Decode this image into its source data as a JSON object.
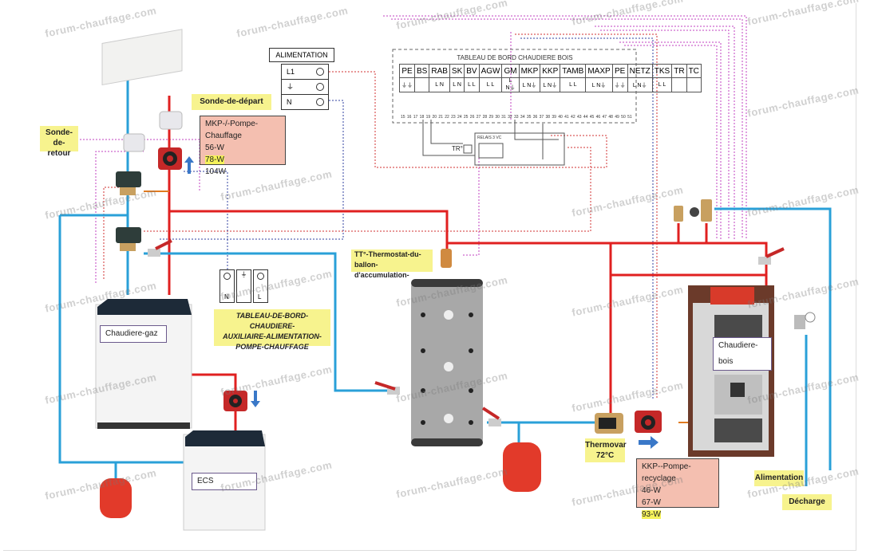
{
  "watermark": "forum-chauffage.com",
  "labels": {
    "sonde_depart": "Sonde-de-départ",
    "sonde_retour_line1": "Sonde-de-",
    "sonde_retour_line2": "retour",
    "tableau_aux_line1": "TABLEAU-DE-BORD-CHAUDIERE-",
    "tableau_aux_line2": "AUXILIAIRE-ALIMENTATION-",
    "tableau_aux_line3": "POMPE-CHAUFFAGE",
    "thermostat_line1": "TT°-Thermostat-du-",
    "thermostat_line2": "ballon-d'accumulation-",
    "thermovar_line1": "Thermovar",
    "thermovar_line2": "72°C",
    "alimentation": "Alimentation",
    "decharge": "Décharge",
    "chaudiere_gaz": "Chaudiere-gaz",
    "chaudiere_bois": "Chaudiere-bois",
    "ecs": "ECS",
    "tr": "TR°",
    "relay": "RELAIS 3 VC"
  },
  "mkp_box": {
    "title": "MKP-/-Pompe-Chauffage",
    "speeds": [
      "56-W",
      "78-W",
      "104W"
    ],
    "highlighted": "78-W"
  },
  "kkp_box": {
    "title": "KKP--Pompe-recyclage",
    "speeds": [
      "46-W",
      "67-W",
      "93-W"
    ],
    "highlighted": "93-W"
  },
  "alimentation_box": {
    "title": "ALIMENTATION",
    "terminals": [
      "L1",
      "⏚",
      "N"
    ]
  },
  "aux_terminals": [
    "N",
    "⏚",
    "L"
  ],
  "tableau_bord": {
    "title": "TABLEAU DE BORD CHAUDIERE BOIS",
    "headers": [
      "PE",
      "BS",
      "RAB",
      "SK",
      "BV",
      "AGW",
      "GM",
      "MKP",
      "KKP",
      "TAMB",
      "MAXP",
      "PE",
      "NETZ",
      "TKS",
      "TR",
      "TC"
    ],
    "pins": [
      "⏚⏚",
      "",
      "L N",
      "L N",
      "L L",
      "L L",
      "L N⏚",
      "L N⏚",
      "L N⏚",
      "L L",
      "L N⏚",
      "⏚⏚",
      "L N⏚",
      "L L",
      "",
      ""
    ],
    "numbers": [
      "15",
      "16",
      "17",
      "18",
      "19",
      "20",
      "21",
      "22",
      "23",
      "24",
      "25",
      "26",
      "27",
      "28",
      "29",
      "30",
      "31",
      "32",
      "33",
      "34",
      "35",
      "36",
      "37",
      "38",
      "39",
      "40",
      "41",
      "42",
      "43",
      "44",
      "45",
      "46",
      "47",
      "48",
      "49",
      "50",
      "51"
    ]
  },
  "colors": {
    "hot_pipe": "#e02020",
    "cold_pipe": "#2aa0d8",
    "mix_pipe": "#e07a20",
    "wire_magenta": "#c040c0",
    "wire_red": "#d03030",
    "wire_blue": "#3040a0",
    "yellow_label": "#f7f38e",
    "pink_box": "#f4bfb0"
  }
}
